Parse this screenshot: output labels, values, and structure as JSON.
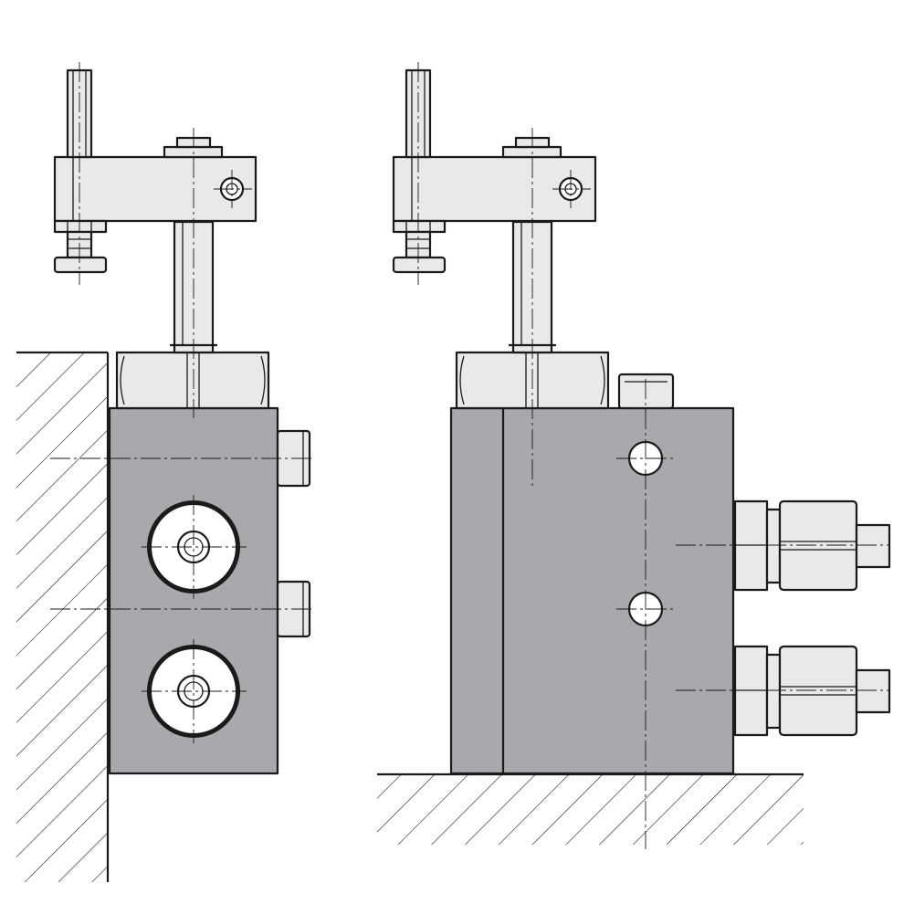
{
  "figure": {
    "colors": {
      "body_fill": "#a8a9ad",
      "part_fill": "#e9e9ea",
      "line": "#1a1a1a",
      "background": "#ffffff"
    },
    "views": [
      {
        "name": "front-view",
        "components": [
          "mounting-wall-hatched",
          "valve-body",
          "swing-clamp-arm",
          "clamp-screw",
          "hex-nut",
          "port-plugs",
          "threaded-ports"
        ]
      },
      {
        "name": "side-view",
        "components": [
          "mounting-floor-hatched",
          "valve-body",
          "swing-clamp-arm",
          "clamp-screw",
          "hex-nut",
          "vent-plug",
          "mounting-holes",
          "pipe-fittings"
        ]
      }
    ]
  }
}
